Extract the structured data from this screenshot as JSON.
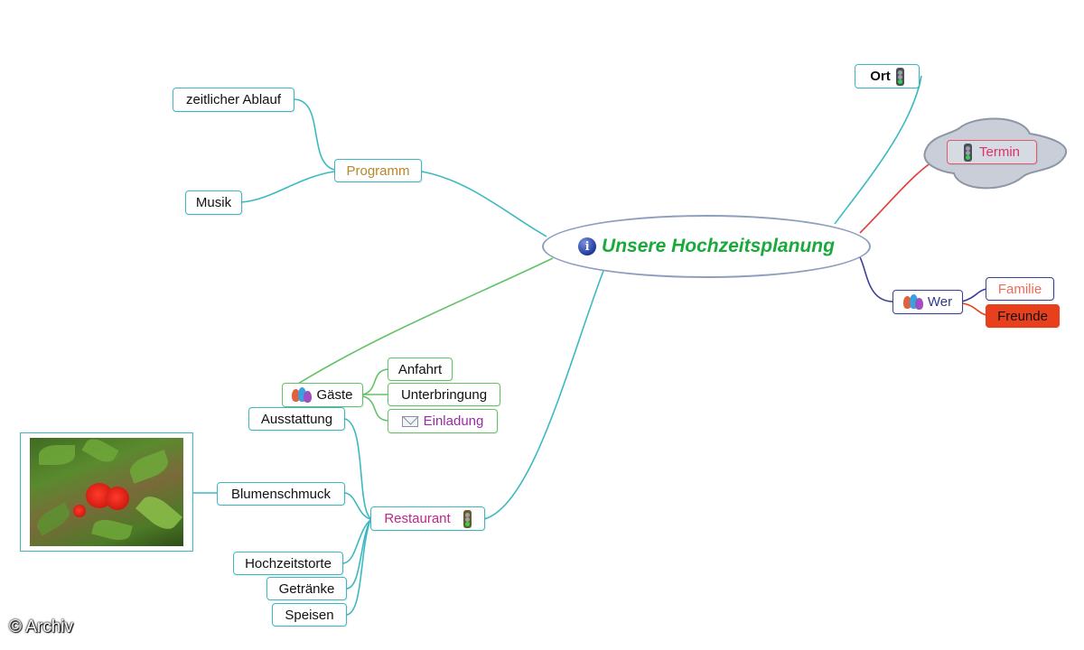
{
  "central": {
    "title": "Unsere Hochzeitsplanung",
    "icon": "info-icon"
  },
  "nodes": {
    "ort": "Ort",
    "termin": "Termin",
    "wer": "Wer",
    "familie": "Familie",
    "freunde": "Freunde",
    "programm": "Programm",
    "zeitlicher_ablauf": "zeitlicher Ablauf",
    "musik": "Musik",
    "gaeste": "Gäste",
    "anfahrt": "Anfahrt",
    "unterbringung": "Unterbringung",
    "einladung": "Einladung",
    "restaurant": "Restaurant",
    "ausstattung": "Ausstattung",
    "blumenschmuck": "Blumenschmuck",
    "hochzeitstorte": "Hochzeitstorte",
    "getraenke": "Getränke",
    "speisen": "Speisen"
  },
  "icons": {
    "ort": "traffic-light-icon",
    "termin": "traffic-light-icon",
    "restaurant": "traffic-light-icon",
    "wer": "people-icon",
    "gaeste": "people-icon",
    "einladung": "envelope-icon",
    "photo": "flower-photo"
  },
  "colors": {
    "link_teal": "#3cb9c0",
    "link_red": "#e23b3b",
    "link_blue": "#3a3f9a",
    "link_green": "#63c266",
    "central_title": "#1aaa3c",
    "programm_text": "#b8862b",
    "termin_text": "#e0306a",
    "familie_text": "#f06a5a",
    "restaurant_text": "#c0268a",
    "einladung_text": "#9c2aa6",
    "wer_text": "#2c3a8c",
    "freunde_bg": "#e8401c"
  },
  "footer": {
    "copyright": "© Archiv"
  }
}
